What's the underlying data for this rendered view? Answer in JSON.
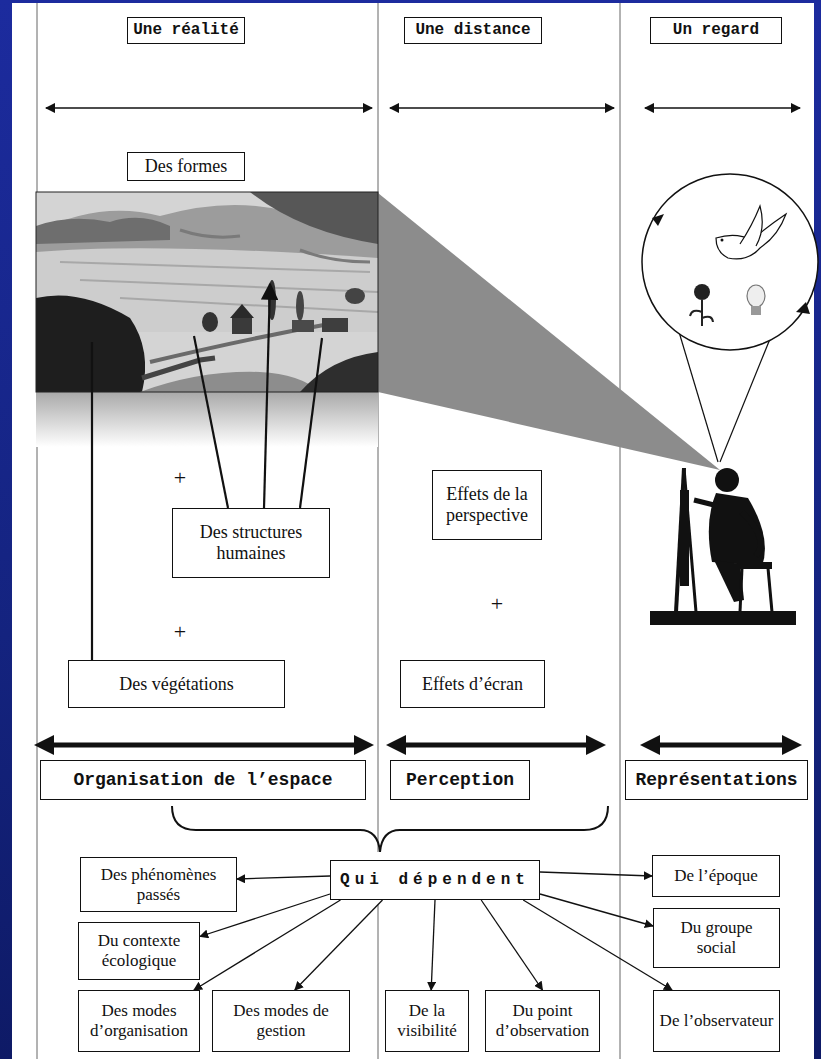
{
  "diagram": {
    "nodes": [
      {
        "text": [
          "Une réalité"
        ]
      },
      {
        "text": [
          "Une distance"
        ]
      },
      {
        "text": [
          "Un regard"
        ]
      },
      {
        "text": [
          "Des formes"
        ]
      },
      {
        "text": [
          "Des structures humaines"
        ]
      },
      {
        "text": [
          "Effets de la perspective"
        ]
      },
      {
        "text": [
          "Des végétations"
        ]
      },
      {
        "text": [
          "Effets d’écran"
        ]
      },
      {
        "text": [
          "Organisation de l’espace"
        ]
      },
      {
        "text": [
          "Perception"
        ]
      },
      {
        "text": [
          "Représentations"
        ]
      },
      {
        "text": [
          "Des phénomènes passés"
        ]
      },
      {
        "text": [
          "Qui dépendent"
        ]
      },
      {
        "text": [
          "De l’époque"
        ]
      },
      {
        "text": [
          "Du contexte écologique"
        ]
      },
      {
        "text": [
          "Du groupe social"
        ]
      },
      {
        "text": [
          "Des modes d’organisation"
        ]
      },
      {
        "text": [
          "Des modes de gestion"
        ]
      },
      {
        "text": [
          "De la visibilité"
        ]
      },
      {
        "text": [
          "Du point d’observation"
        ]
      },
      {
        "text": [
          "De l’observateur"
        ]
      }
    ],
    "edges": [
      {
        "from": 12,
        "to": 11,
        "arrow": "to"
      },
      {
        "from": 12,
        "to": 14,
        "arrow": "to"
      },
      {
        "from": 12,
        "to": 16,
        "arrow": "to"
      },
      {
        "from": 12,
        "to": 17,
        "arrow": "to"
      },
      {
        "from": 12,
        "to": 18,
        "arrow": "to"
      },
      {
        "from": 12,
        "to": 19,
        "arrow": "to"
      },
      {
        "from": 12,
        "to": 13,
        "arrow": "to"
      },
      {
        "from": 12,
        "to": 15,
        "arrow": "to"
      },
      {
        "from": 12,
        "to": 20,
        "arrow": "to"
      }
    ],
    "labels": [
      "+",
      "+",
      "+"
    ]
  }
}
